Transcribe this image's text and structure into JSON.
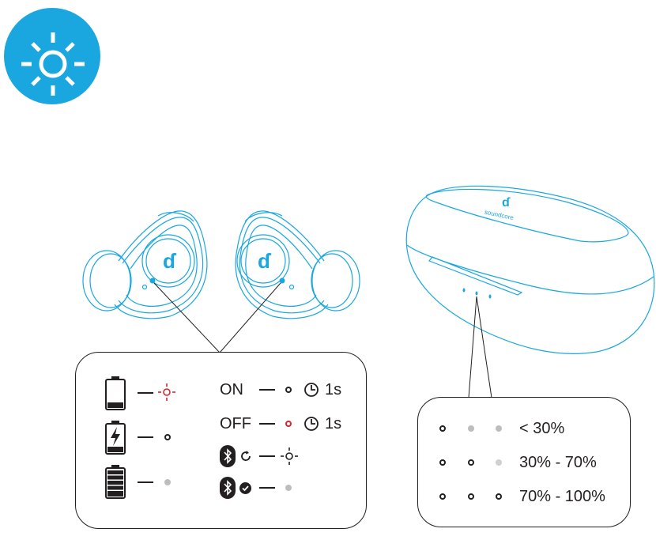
{
  "header": {
    "icon": "sun-brightness-icon",
    "icon_color": "#1aa7e0"
  },
  "illustrations": {
    "earbuds": {
      "name": "earbuds-pair",
      "logo": "soundcore-logo-icon",
      "line_color": "#1aa7e0"
    },
    "case": {
      "name": "charging-case",
      "brand_text": "soundcore",
      "led_count": 3,
      "line_color": "#1aa7e0"
    }
  },
  "earbud_legend": {
    "battery_rows": [
      {
        "icon": "battery-low-icon",
        "indicator": "flashing-red-icon",
        "indicator_color": "#d6262f"
      },
      {
        "icon": "battery-charging-icon",
        "indicator": "solid-white-light-icon"
      },
      {
        "icon": "battery-full-icon",
        "indicator": "light-off-icon",
        "indicator_color": "#bdbdbd"
      }
    ],
    "status_rows": [
      {
        "label": "ON",
        "indicator": "white-light-icon",
        "duration": "1s",
        "timer_icon": "clock-icon"
      },
      {
        "label": "OFF",
        "indicator": "red-light-icon",
        "indicator_color": "#d6262f",
        "duration": "1s",
        "timer_icon": "clock-icon"
      },
      {
        "icon": "bluetooth-icon",
        "sub_icon": "pairing-refresh-icon",
        "indicator": "flashing-white-icon"
      },
      {
        "icon": "bluetooth-icon",
        "sub_icon": "connected-check-icon",
        "indicator": "light-off-icon",
        "indicator_color": "#bdbdbd"
      }
    ]
  },
  "case_legend": {
    "rows": [
      {
        "leds": [
          "on",
          "off",
          "off"
        ],
        "label": "< 30%"
      },
      {
        "leds": [
          "on",
          "on",
          "off"
        ],
        "label": "30% - 70%"
      },
      {
        "leds": [
          "on",
          "on",
          "on"
        ],
        "label": "70% - 100%"
      }
    ],
    "off_color": "#bdbdbd"
  }
}
